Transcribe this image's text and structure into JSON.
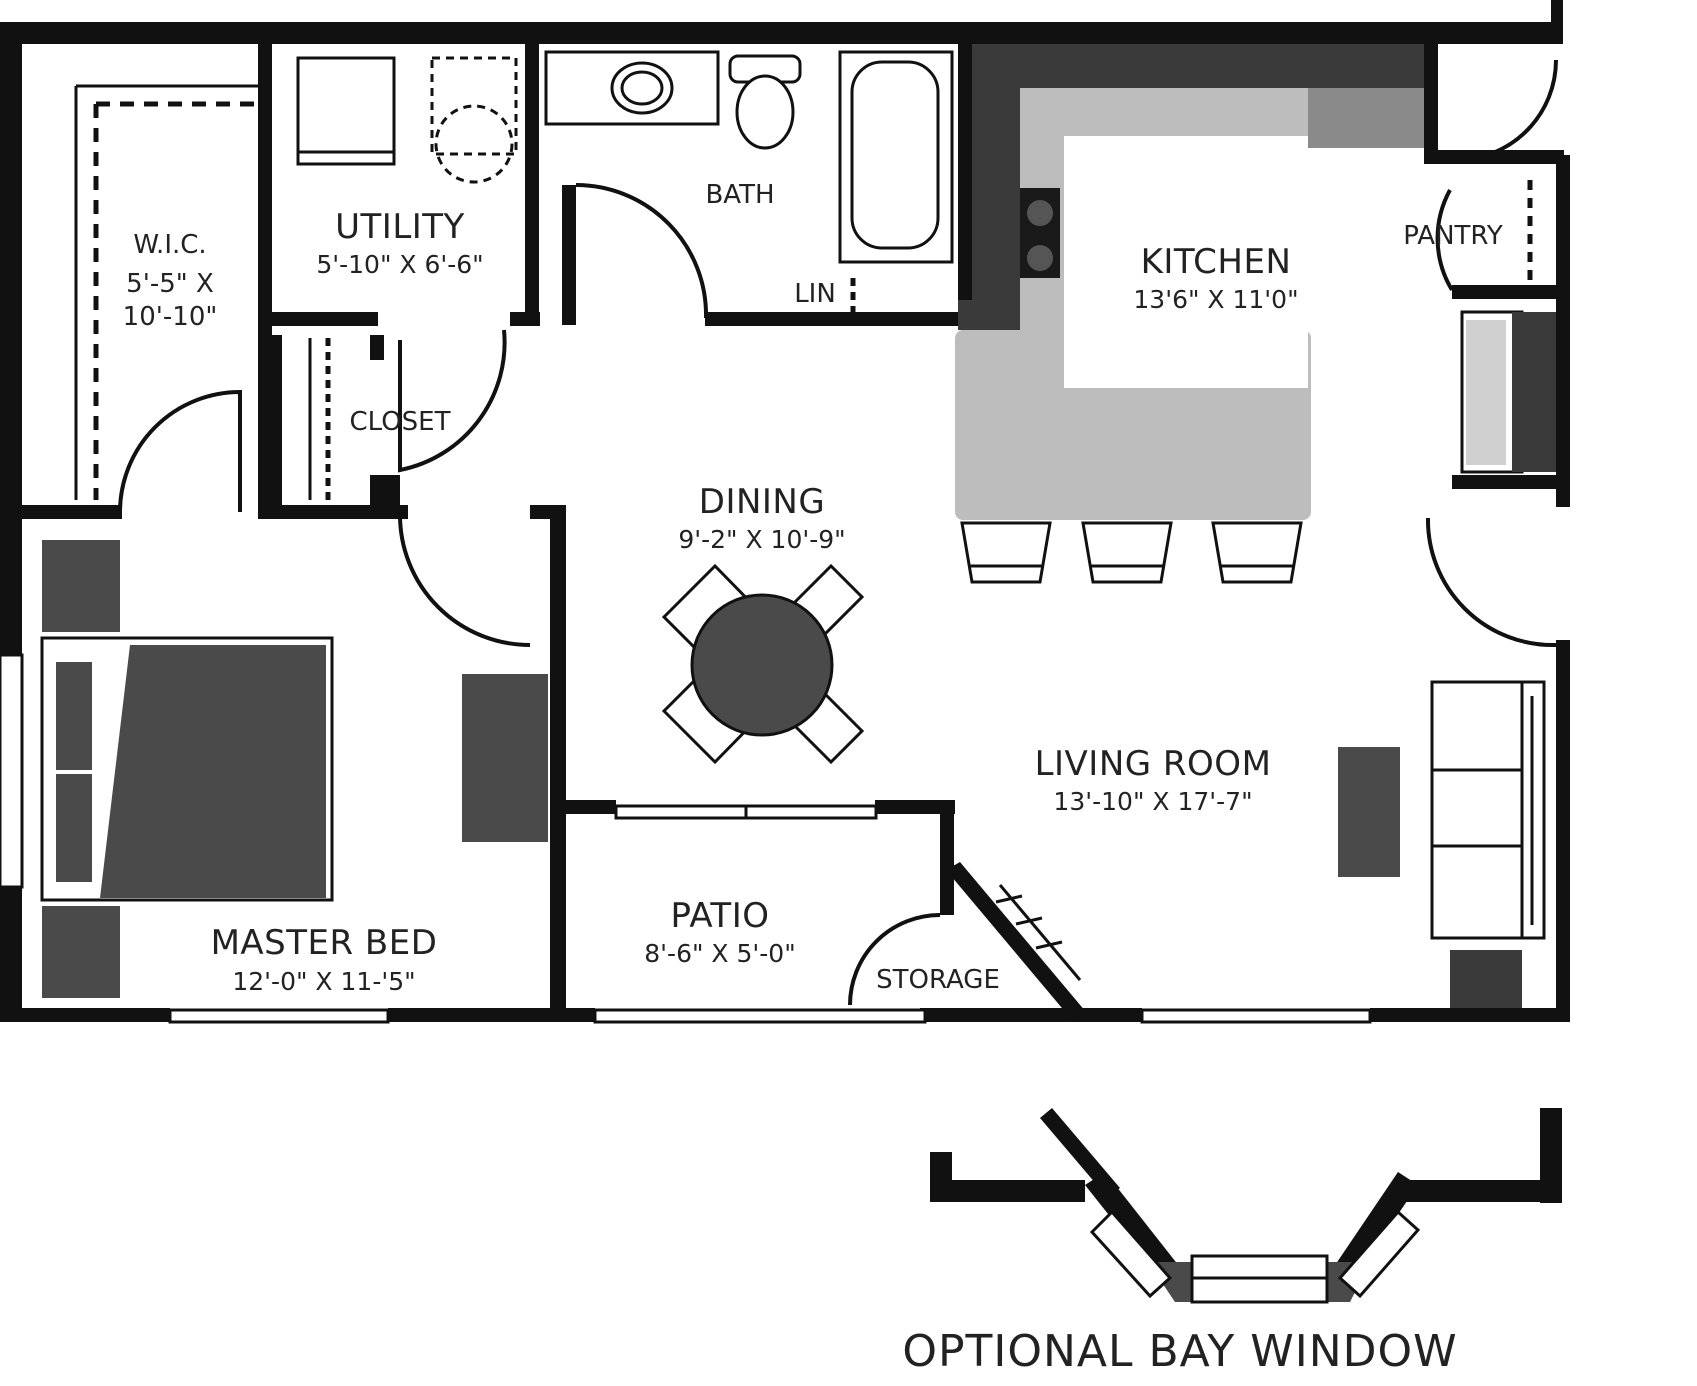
{
  "rooms": {
    "wic": {
      "name": "W.I.C.",
      "dim_line1": "5'-5\" X",
      "dim_line2": "10'-10\""
    },
    "utility": {
      "name": "UTILITY",
      "dim": "5'-10\" X 6'-6\""
    },
    "bath": {
      "name": "BATH",
      "linen": "LIN"
    },
    "kitchen": {
      "name": "KITCHEN",
      "dim": "13'6\" X 11'0\""
    },
    "pantry": {
      "name": "PANTRY"
    },
    "closet": {
      "name": "CLOSET"
    },
    "dining": {
      "name": "DINING",
      "dim": "9'-2\" X 10'-9\""
    },
    "living": {
      "name": "LIVING ROOM",
      "dim": "13'-10\" X 17'-7\""
    },
    "patio": {
      "name": "PATIO",
      "dim": "8'-6\" X 5'-0\""
    },
    "storage": {
      "name": "STORAGE"
    },
    "master": {
      "name": "MASTER BED",
      "dim": "12'-0\" X 11-'5\""
    }
  },
  "caption": "OPTIONAL BAY WINDOW",
  "colors": {
    "wall": "#111111",
    "dark_fill": "#4a4a4a",
    "counter_fill": "#bdbdbd",
    "background": "#ffffff"
  }
}
